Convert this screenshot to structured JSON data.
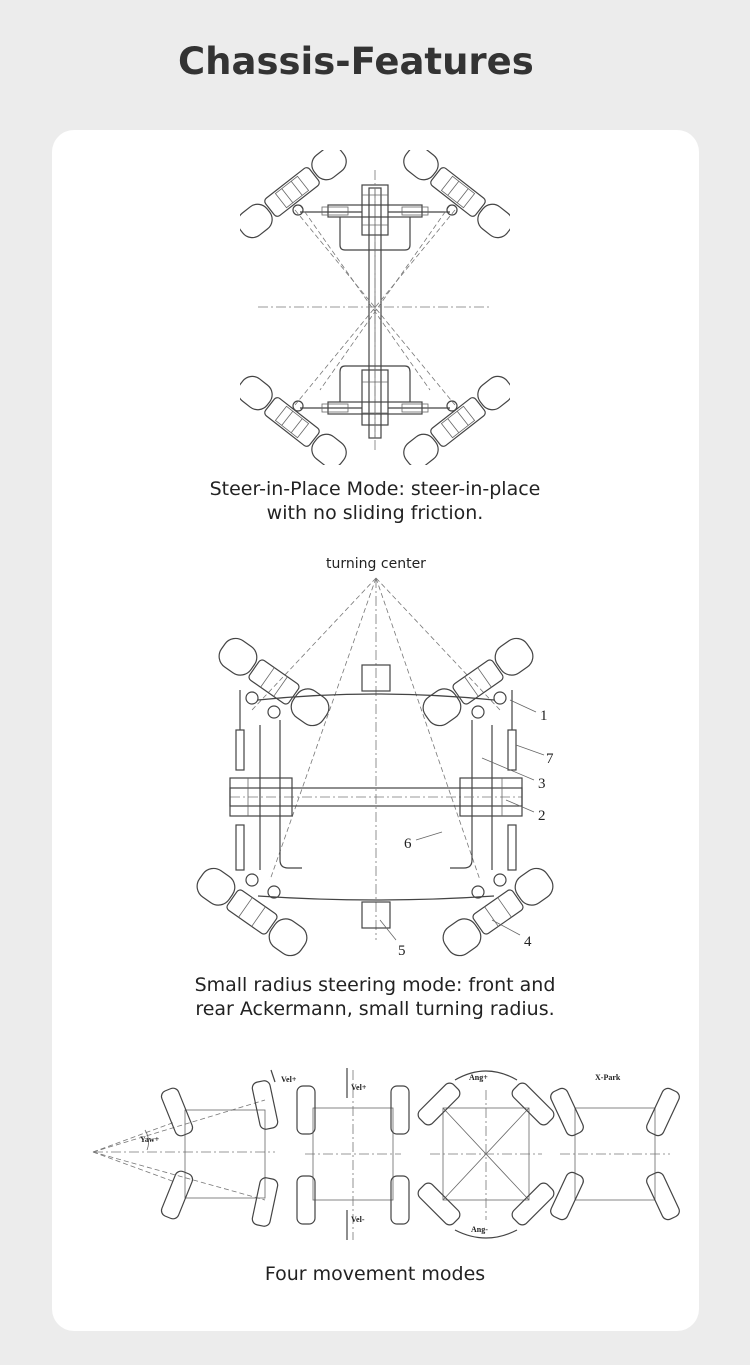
{
  "title": "Chassis-Features",
  "sections": [
    {
      "caption_line1": "Steer-in-Place Mode: steer-in-place",
      "caption_line2": "with no sliding friction."
    },
    {
      "caption_line1": "Small radius steering mode: front and",
      "caption_line2": "rear Ackermann, small turning radius.",
      "turning_center_label": "turning center",
      "part_labels": [
        "1",
        "7",
        "3",
        "2",
        "6",
        "4",
        "5"
      ]
    },
    {
      "caption_line1": "Four movement modes",
      "mode_labels": [
        "Vel+",
        "Yaw+",
        "Vel+",
        "Vel-",
        "Ang+",
        "Ang-",
        "X-Park"
      ]
    }
  ]
}
